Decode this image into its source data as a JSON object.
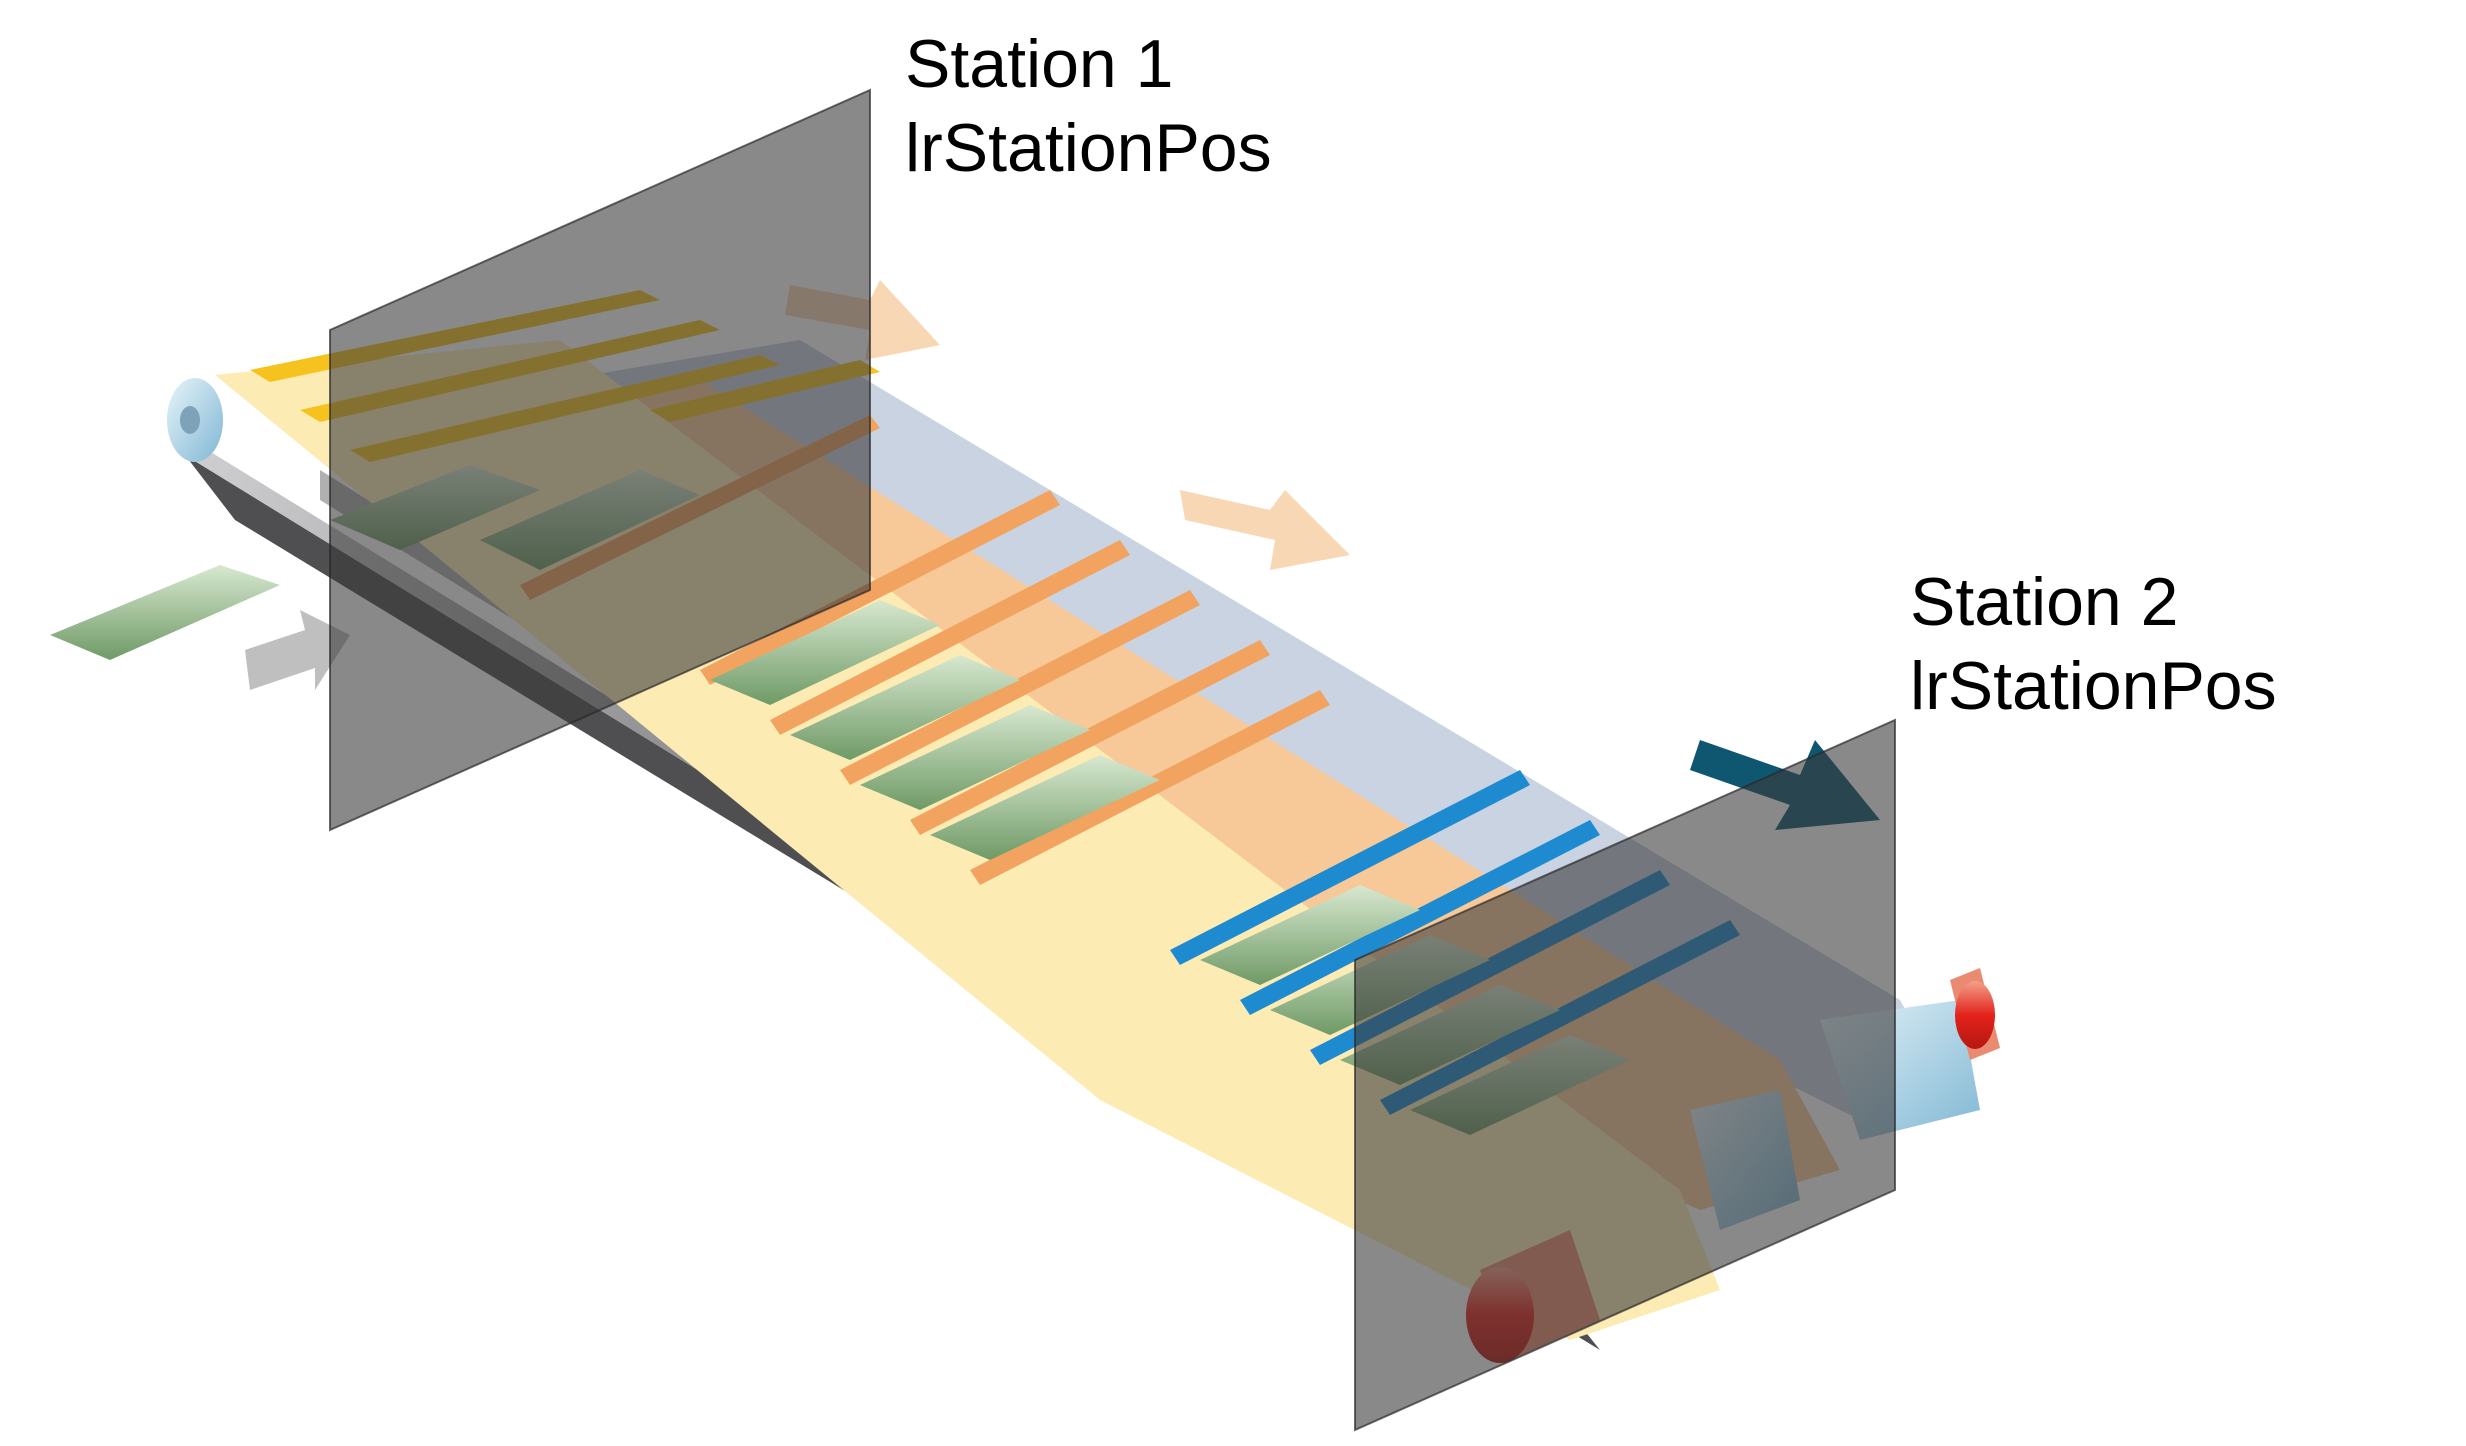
{
  "stations": [
    {
      "name": "Station 1",
      "position_label": "lrStationPos"
    },
    {
      "name": "Station 2",
      "position_label": "lrStationPos"
    }
  ],
  "colors": {
    "frame_dark": "#6b6b6d",
    "frame_light": "#b9b9bb",
    "belt_yellow": "#fdebb4",
    "belt_orange": "#f7c998",
    "belt_blue": "#c9d3e2",
    "product_green": "#7aa071",
    "product_green_light": "#cfe0c6",
    "carrier_yellow": "#f6c21e",
    "carrier_orange": "#f2a35f",
    "carrier_blue": "#1e8ad0",
    "roller_red": "#e3231b",
    "roller_blue": "#b9dceb",
    "arrow_grey": "#bfbfbf",
    "arrow_peach": "#f8d7b5",
    "arrow_teal": "#0f5670",
    "station_plane": "#4a4a4a"
  }
}
